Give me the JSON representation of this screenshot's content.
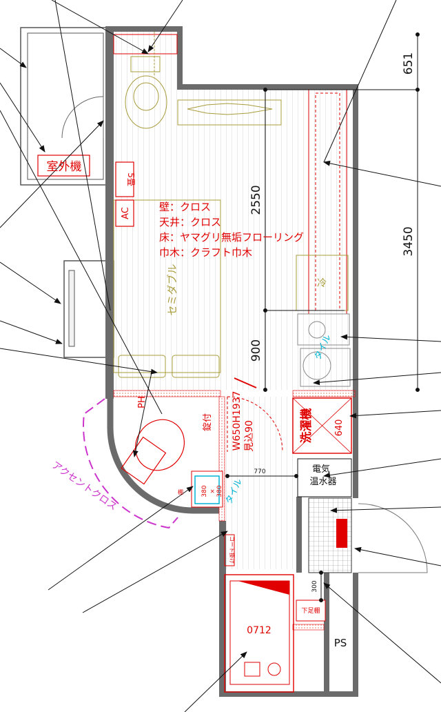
{
  "dimensions": {
    "d651": "651",
    "d3450": "3450",
    "d2550": "2550",
    "d900": "900",
    "d770": "770",
    "d300": "300"
  },
  "labels": {
    "outdoor_unit": "室外機",
    "ac": "AC",
    "ac_breaker": "5畳",
    "fridge": "冷",
    "semidouble": "セミダブル",
    "ph": "PH",
    "lock": "錠付",
    "door_spec_1": "W650H1937",
    "door_spec_2": "見込90",
    "washer": "洗濯機",
    "washer_size": "640",
    "water_heater_1": "電気",
    "water_heater_2": "温水器",
    "tile_1": "タイル",
    "tile_2": "タイル",
    "niche_1": "380",
    "niche_x": "×",
    "niche_2": "380",
    "shelf": "棚",
    "coat_hook": "コート掛け",
    "shoe_rack": "下足棚",
    "unit_bath": "0712",
    "accent_cloth": "アクセントクロス",
    "ps": "PS"
  },
  "finish_notes": [
    "壁：クロス",
    "天井：クロス",
    "床：ヤマグリ無垢フローリング",
    "巾木：クラフト巾木"
  ],
  "colors": {
    "wall": "#6b6b6b",
    "annotation": "#e00000",
    "furniture": "#a99b3a",
    "accent": "#cc33cc",
    "tile": "#00b3d6",
    "leader": "#111111"
  }
}
